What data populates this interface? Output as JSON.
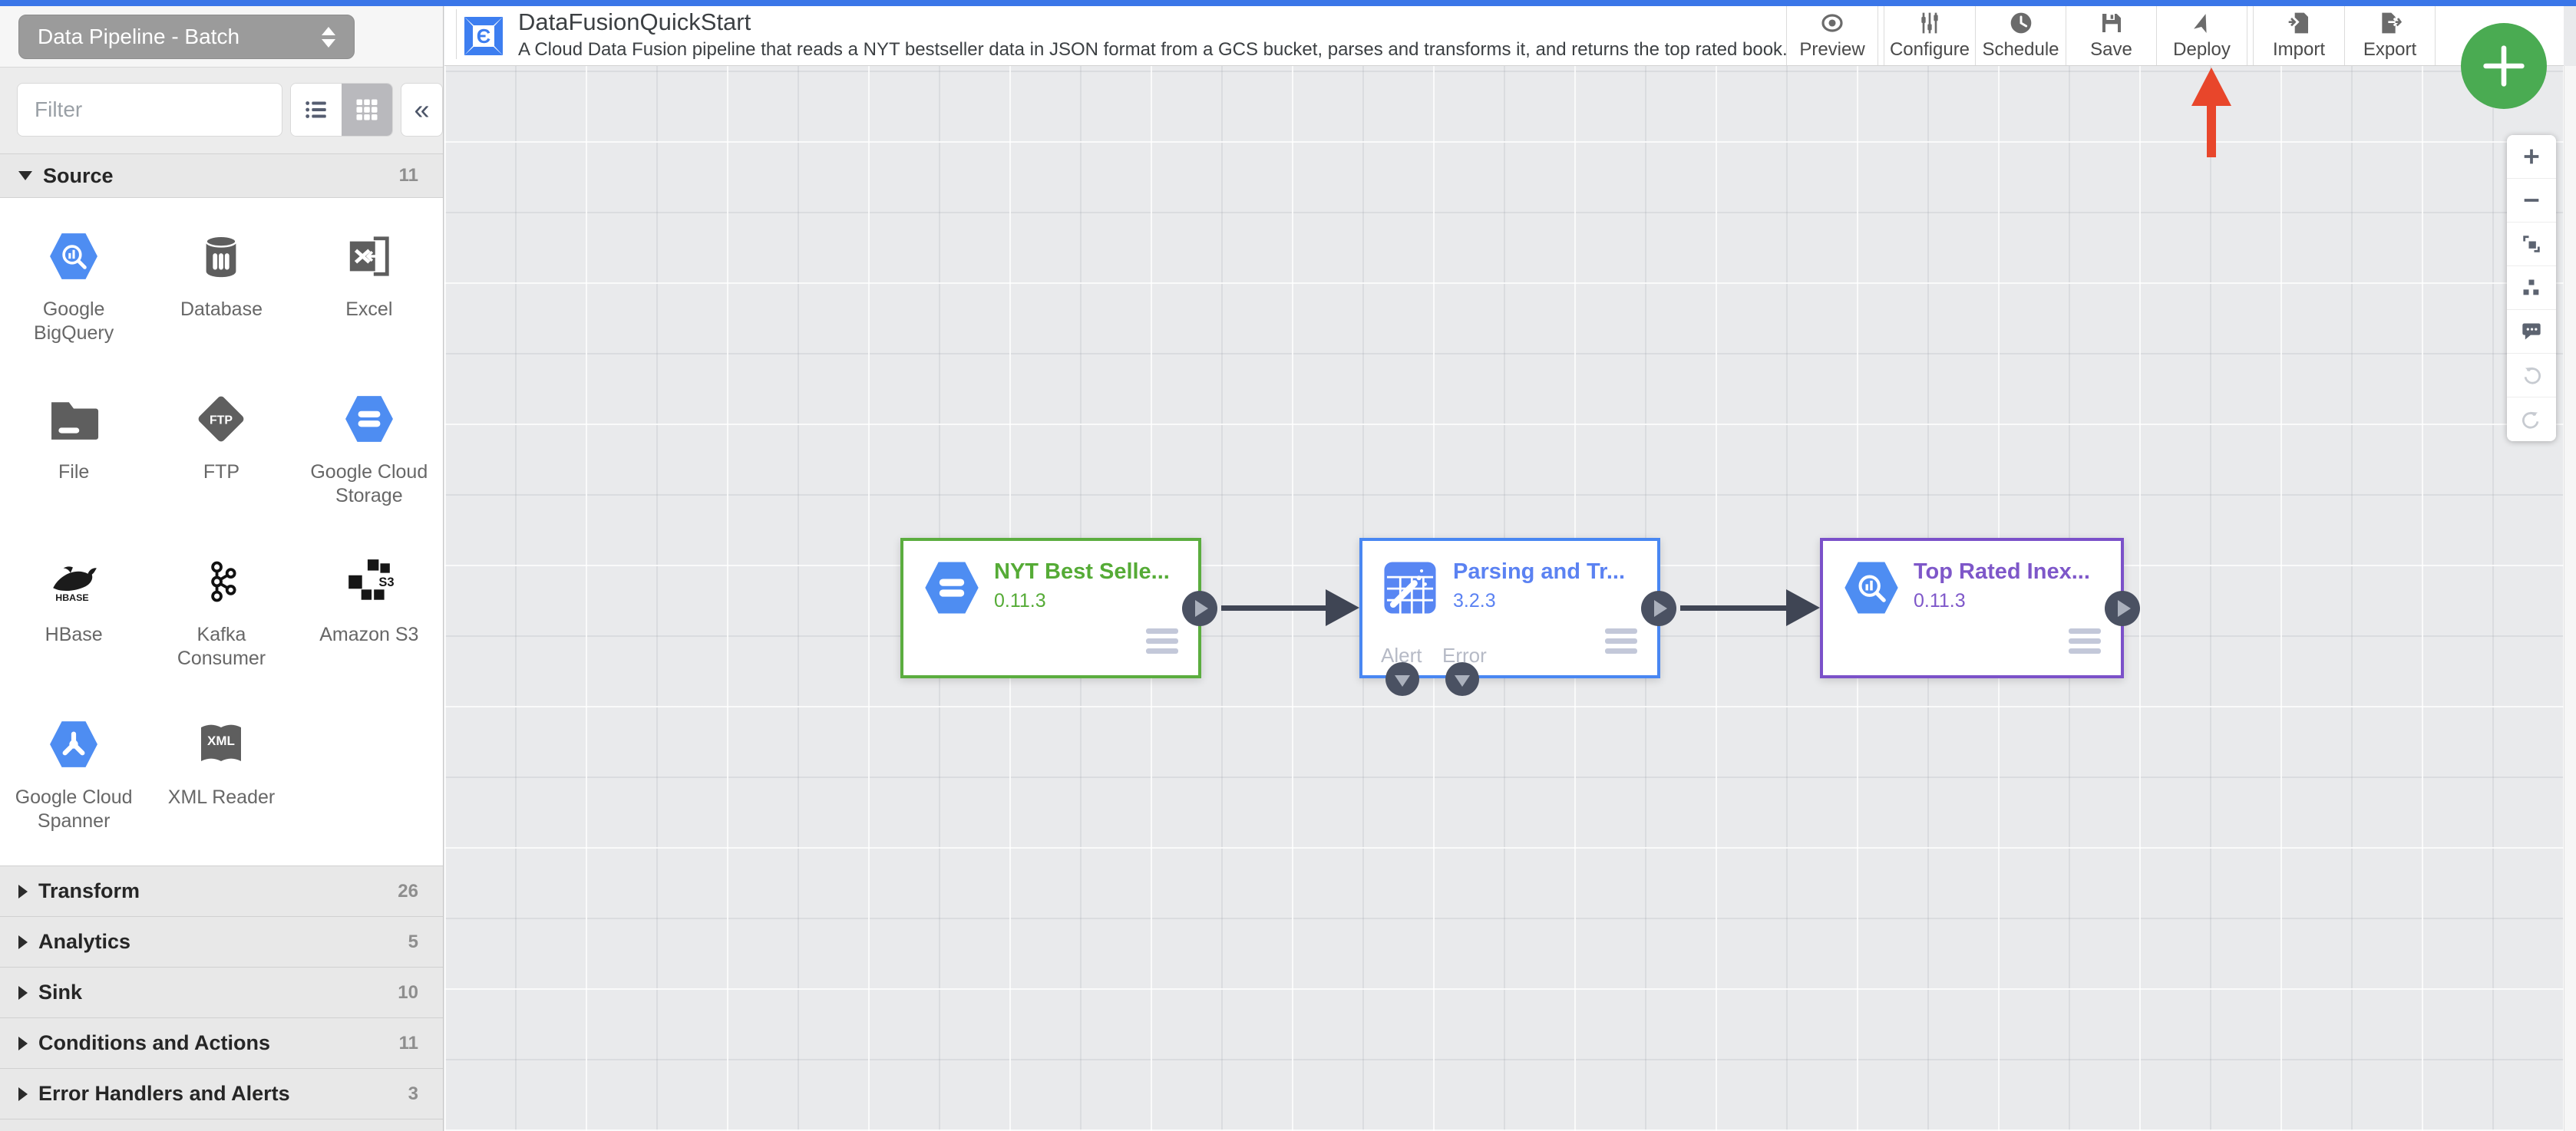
{
  "colors": {
    "topbar_blue": "#3a76e8",
    "node_green": "#5bad3f",
    "node_blue": "#4987f2",
    "node_purple": "#7b51c9",
    "connector": "#3f4554",
    "fab_green": "#4aab52",
    "annotation_red": "#e8462b",
    "gcp_hex_blue": "#4e8df2"
  },
  "sidebar": {
    "pipeline_selector": {
      "value": "Data Pipeline - Batch"
    },
    "filter": {
      "placeholder": "Filter"
    },
    "collapse_label": "«",
    "sections": [
      {
        "label": "Source",
        "count": "11",
        "expanded": true,
        "items": [
          {
            "label": "Google BigQuery"
          },
          {
            "label": "Database"
          },
          {
            "label": "Excel"
          },
          {
            "label": "File"
          },
          {
            "label": "FTP"
          },
          {
            "label": "Google Cloud Storage"
          },
          {
            "label": "HBase"
          },
          {
            "label": "Kafka Consumer"
          },
          {
            "label": "Amazon S3"
          },
          {
            "label": "Google Cloud Spanner"
          },
          {
            "label": "XML Reader"
          }
        ]
      },
      {
        "label": "Transform",
        "count": "26",
        "expanded": false
      },
      {
        "label": "Analytics",
        "count": "5",
        "expanded": false
      },
      {
        "label": "Sink",
        "count": "10",
        "expanded": false
      },
      {
        "label": "Conditions and Actions",
        "count": "11",
        "expanded": false
      },
      {
        "label": "Error Handlers and Alerts",
        "count": "3",
        "expanded": false
      }
    ]
  },
  "header": {
    "title": "DataFusionQuickStart",
    "description": "A Cloud Data Fusion pipeline that reads a NYT bestseller data in JSON format from a GCS bucket, parses and transforms it, and returns the top rated book...",
    "actions": [
      {
        "label": "Preview"
      },
      {
        "label": "Configure"
      },
      {
        "label": "Schedule"
      },
      {
        "label": "Save"
      },
      {
        "label": "Deploy"
      },
      {
        "label": "Import"
      },
      {
        "label": "Export"
      }
    ]
  },
  "canvas": {
    "nodes": [
      {
        "title": "NYT Best Selle...",
        "version": "0.11.3",
        "accent": "#5bad3f",
        "icon": "google-cloud-storage"
      },
      {
        "title": "Parsing and Tr...",
        "version": "3.2.3",
        "accent": "#4987f2",
        "icon": "wrangler",
        "bottom_ports": [
          "Alert",
          "Error"
        ]
      },
      {
        "title": "Top Rated Inex...",
        "version": "0.11.3",
        "accent": "#7b51c9",
        "icon": "google-bigquery"
      }
    ],
    "connections": [
      {
        "from": "NYT Best Selle...",
        "to": "Parsing and Tr..."
      },
      {
        "from": "Parsing and Tr...",
        "to": "Top Rated Inex..."
      }
    ],
    "annotation": {
      "type": "red-arrow",
      "points_to": "Deploy"
    }
  },
  "zoom_toolbar": {
    "buttons": [
      "zoom-in",
      "zoom-out",
      "fit-to-screen",
      "align-nodes",
      "comment",
      "undo",
      "redo"
    ]
  }
}
